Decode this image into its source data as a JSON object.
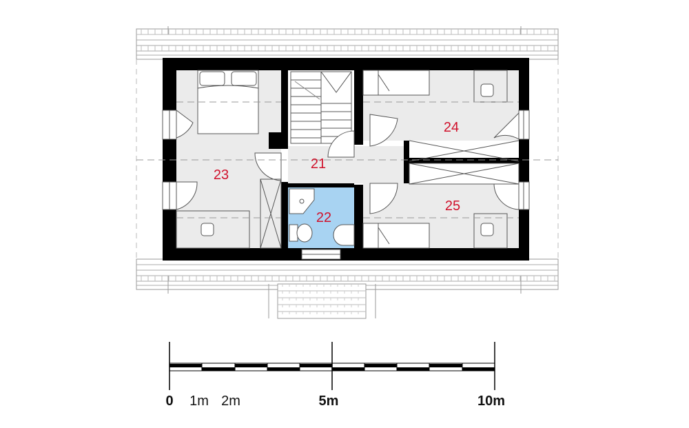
{
  "rooms": [
    {
      "id": "21",
      "label": "21"
    },
    {
      "id": "22",
      "label": "22"
    },
    {
      "id": "23",
      "label": "23"
    },
    {
      "id": "24",
      "label": "24"
    },
    {
      "id": "25",
      "label": "25"
    }
  ],
  "scale_bar": {
    "labels": [
      "0",
      "1m",
      "2m",
      "5m",
      "10m"
    ]
  },
  "colors": {
    "wall": "#000000",
    "room_fill": "#ebebeb",
    "bathroom_fill": "#a8d3f2",
    "label": "#d0112b",
    "line": "#888888"
  }
}
